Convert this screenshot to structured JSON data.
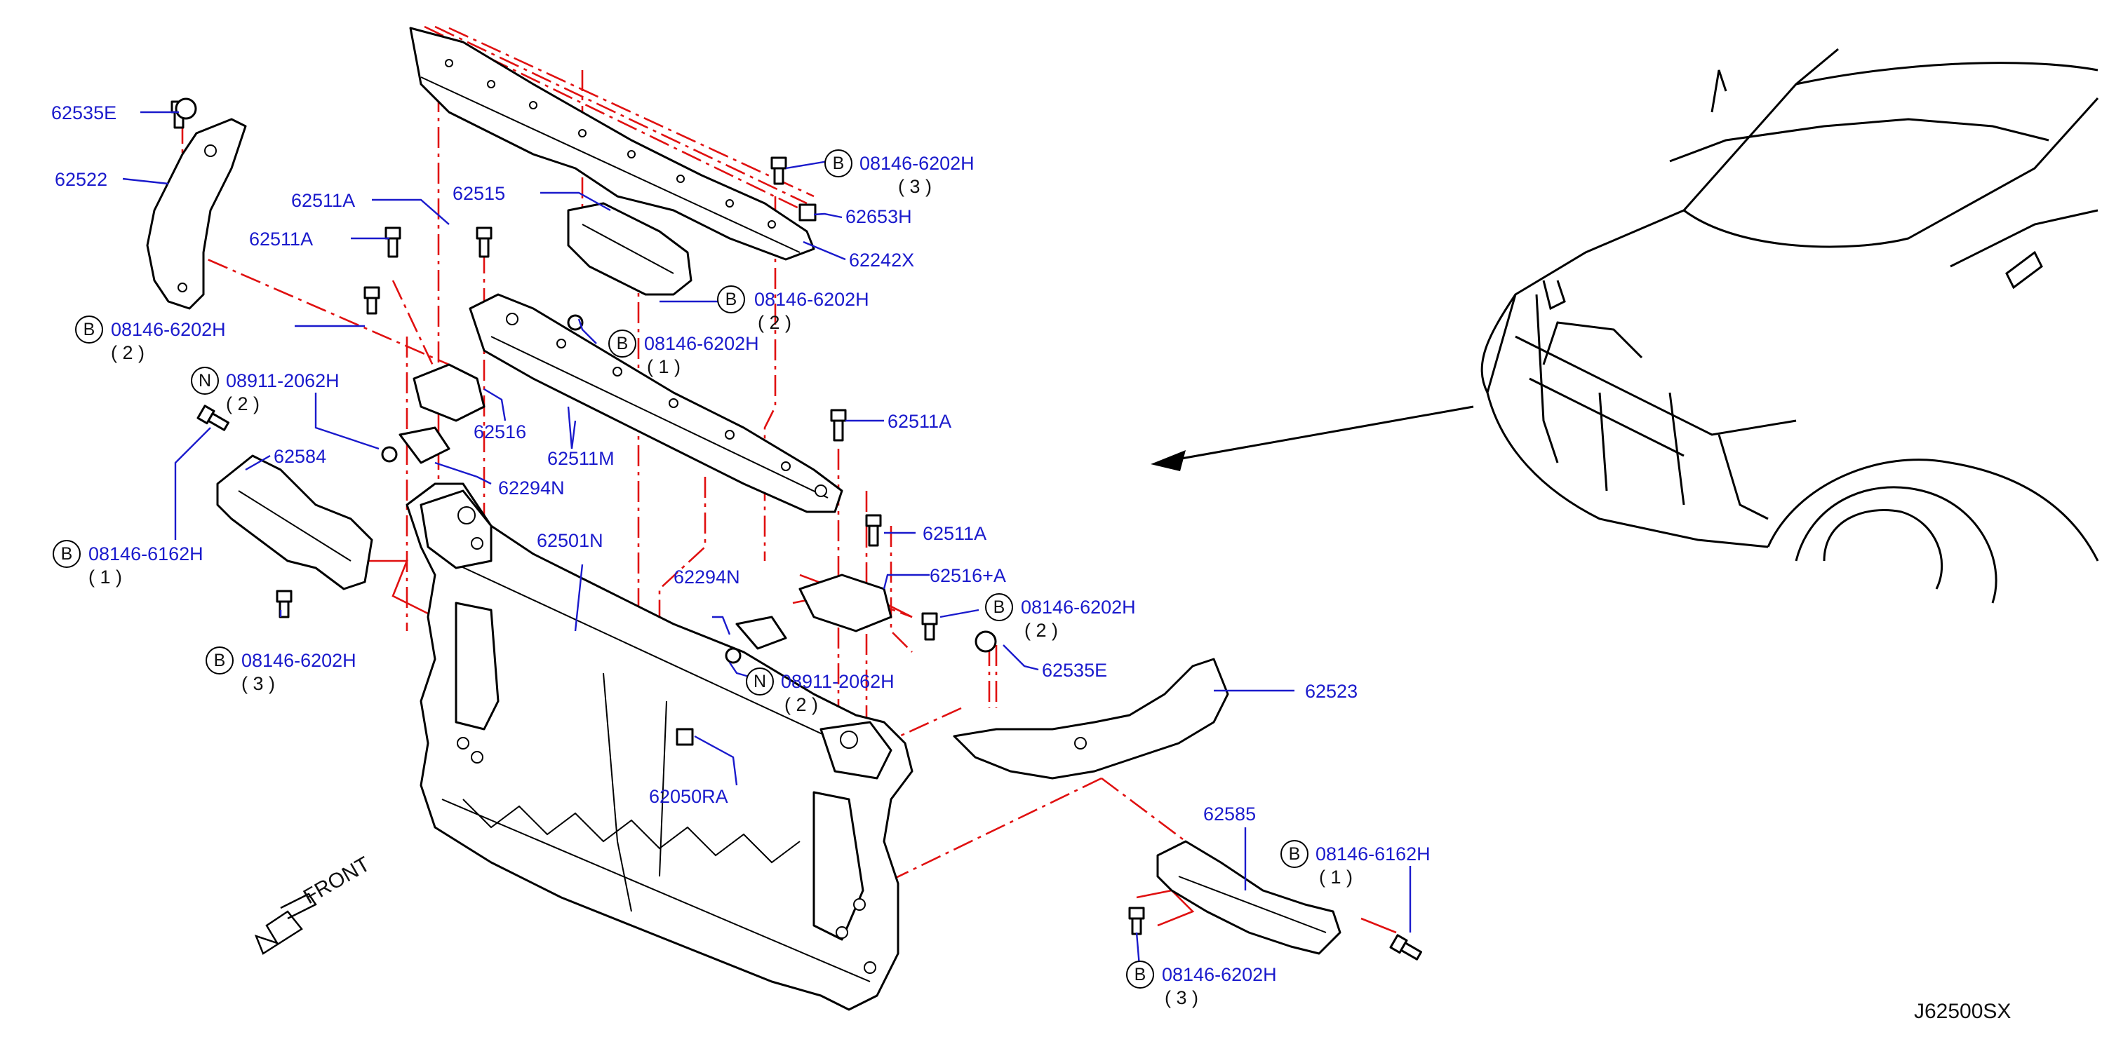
{
  "diagram": {
    "code": "J62500SX",
    "front_label": "FRONT",
    "callouts": [
      {
        "id": "c1",
        "text": "62535E"
      },
      {
        "id": "c2",
        "text": "62522"
      },
      {
        "id": "c3",
        "text": "62511A"
      },
      {
        "id": "c4",
        "text": "62511A"
      },
      {
        "id": "c5",
        "text": "62515"
      },
      {
        "id": "c6",
        "text": "08146-6202H",
        "circle": "B",
        "count": "( 2 )"
      },
      {
        "id": "c7",
        "text": "08911-2062H",
        "circle": "N",
        "count": "( 2 )"
      },
      {
        "id": "c8",
        "text": "62584"
      },
      {
        "id": "c9",
        "text": "08146-6162H",
        "circle": "B",
        "count": "( 1 )"
      },
      {
        "id": "c10",
        "text": "08146-6202H",
        "circle": "B",
        "count": "( 3 )"
      },
      {
        "id": "c11",
        "text": "62516"
      },
      {
        "id": "c12",
        "text": "62294N"
      },
      {
        "id": "c13",
        "text": "62511M"
      },
      {
        "id": "c14",
        "text": "62501N"
      },
      {
        "id": "c15",
        "text": "08146-6202H",
        "circle": "B",
        "count": "( 3 )"
      },
      {
        "id": "c16",
        "text": "62653H"
      },
      {
        "id": "c17",
        "text": "62242X"
      },
      {
        "id": "c18",
        "text": "08146-6202H",
        "circle": "B",
        "count": "( 2 )"
      },
      {
        "id": "c19",
        "text": "08146-6202H",
        "circle": "B",
        "count": "( 1 )"
      },
      {
        "id": "c20",
        "text": "62511A"
      },
      {
        "id": "c21",
        "text": "62511A"
      },
      {
        "id": "c22",
        "text": "62516+A"
      },
      {
        "id": "c23",
        "text": "62294N"
      },
      {
        "id": "c24",
        "text": "08146-6202H",
        "circle": "B",
        "count": "( 2 )"
      },
      {
        "id": "c25",
        "text": "62535E"
      },
      {
        "id": "c26",
        "text": "08911-2062H",
        "circle": "N",
        "count": "( 2 )"
      },
      {
        "id": "c27",
        "text": "62050RA"
      },
      {
        "id": "c28",
        "text": "62523"
      },
      {
        "id": "c29",
        "text": "62585"
      },
      {
        "id": "c30",
        "text": "08146-6162H",
        "circle": "B",
        "count": "( 1 )"
      },
      {
        "id": "c31",
        "text": "08146-6202H",
        "circle": "B",
        "count": "( 3 )"
      }
    ]
  }
}
